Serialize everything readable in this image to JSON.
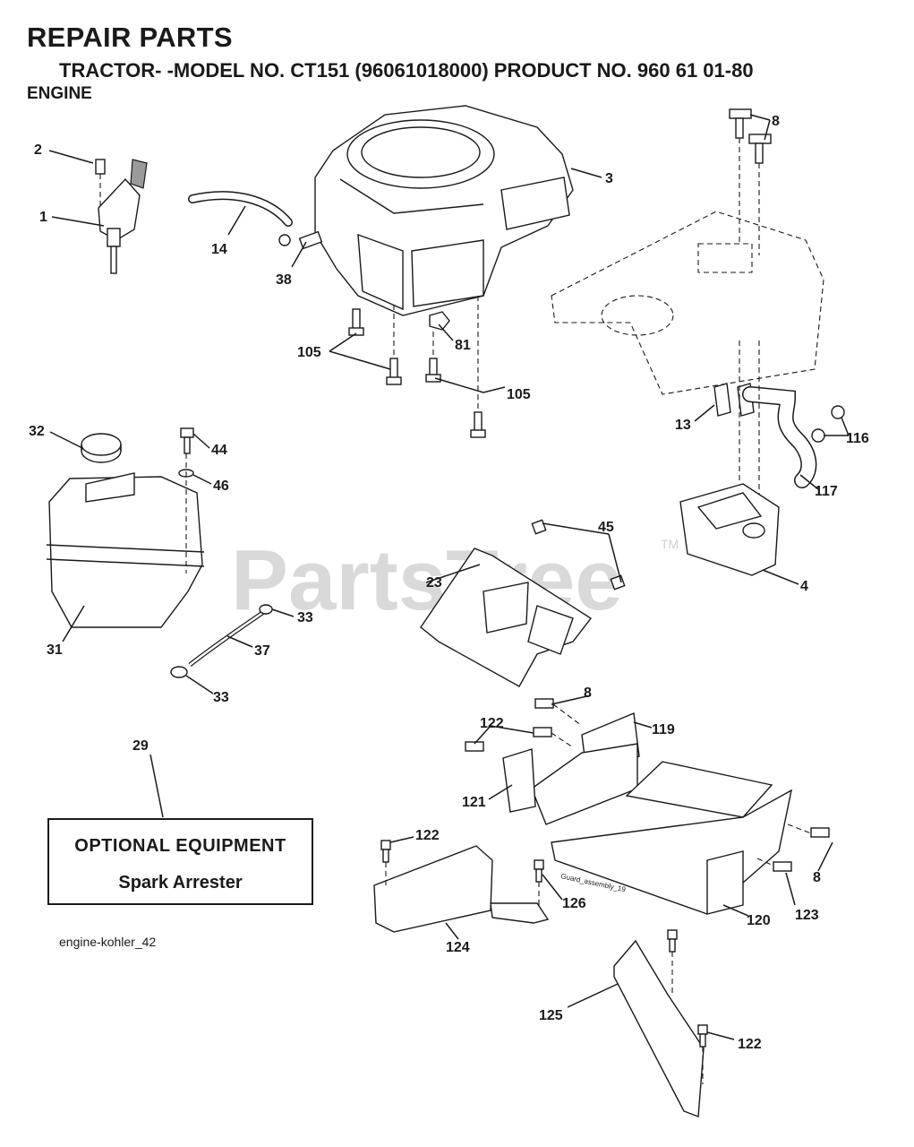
{
  "header": {
    "title": "REPAIR PARTS",
    "subtitle": "TRACTOR- -MODEL NO. CT151 (96061018000) PRODUCT NO. 960 61 01-80",
    "section": "ENGINE"
  },
  "optional_equipment": {
    "heading": "OPTIONAL EQUIPMENT",
    "item": "Spark Arrester"
  },
  "reference": "engine-kohler_42",
  "watermark": {
    "text": "PartsTree",
    "tm": "TM"
  },
  "part_stamp": "Guard_assembly_19",
  "parts": [
    {
      "id": "p-2",
      "label": "2"
    },
    {
      "id": "p-1",
      "label": "1"
    },
    {
      "id": "p-14",
      "label": "14"
    },
    {
      "id": "p-38",
      "label": "38"
    },
    {
      "id": "p-3",
      "label": "3"
    },
    {
      "id": "p-8a",
      "label": "8"
    },
    {
      "id": "p-105a",
      "label": "105"
    },
    {
      "id": "p-81",
      "label": "81"
    },
    {
      "id": "p-105b",
      "label": "105"
    },
    {
      "id": "p-13",
      "label": "13"
    },
    {
      "id": "p-116",
      "label": "116"
    },
    {
      "id": "p-117",
      "label": "117"
    },
    {
      "id": "p-32",
      "label": "32"
    },
    {
      "id": "p-44",
      "label": "44"
    },
    {
      "id": "p-46",
      "label": "46"
    },
    {
      "id": "p-45",
      "label": "45"
    },
    {
      "id": "p-23",
      "label": "23"
    },
    {
      "id": "p-4",
      "label": "4"
    },
    {
      "id": "p-31",
      "label": "31"
    },
    {
      "id": "p-33a",
      "label": "33"
    },
    {
      "id": "p-37",
      "label": "37"
    },
    {
      "id": "p-33b",
      "label": "33"
    },
    {
      "id": "p-8b",
      "label": "8"
    },
    {
      "id": "p-122a",
      "label": "122"
    },
    {
      "id": "p-119",
      "label": "119"
    },
    {
      "id": "p-29",
      "label": "29"
    },
    {
      "id": "p-121",
      "label": "121"
    },
    {
      "id": "p-122b",
      "label": "122"
    },
    {
      "id": "p-126",
      "label": "126"
    },
    {
      "id": "p-8c",
      "label": "8"
    },
    {
      "id": "p-123",
      "label": "123"
    },
    {
      "id": "p-120",
      "label": "120"
    },
    {
      "id": "p-124",
      "label": "124"
    },
    {
      "id": "p-125",
      "label": "125"
    },
    {
      "id": "p-122c",
      "label": "122"
    }
  ]
}
